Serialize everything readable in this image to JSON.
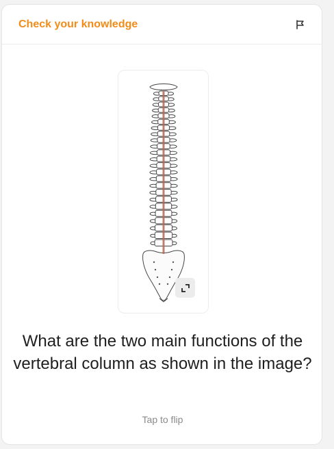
{
  "header": {
    "title": "Check your knowledge",
    "flag_icon": "flag-icon"
  },
  "image": {
    "subject": "spine-icon",
    "expand_icon": "expand-icon"
  },
  "question": {
    "text": "What are the two main functions of the vertebral column as shown in the image?"
  },
  "hint": {
    "text": "Tap to flip"
  },
  "colors": {
    "accent": "#f28c18",
    "spinal_cord": "#b56a55"
  }
}
